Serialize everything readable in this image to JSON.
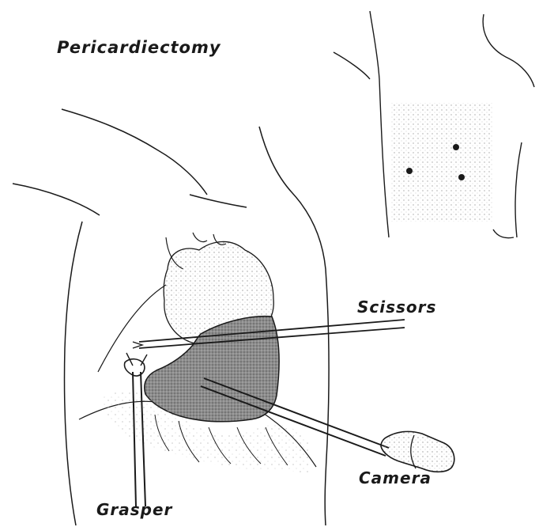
{
  "figure": {
    "title": "Pericardiectomy",
    "labels": {
      "scissors": "Scissors",
      "camera": "Camera",
      "grasper": "Grasper"
    }
  },
  "colors": {
    "ink": "#1a1a1a",
    "stipple": "#9a9a9a",
    "heart_shade": "#7d7d7d",
    "background": "#ffffff"
  }
}
